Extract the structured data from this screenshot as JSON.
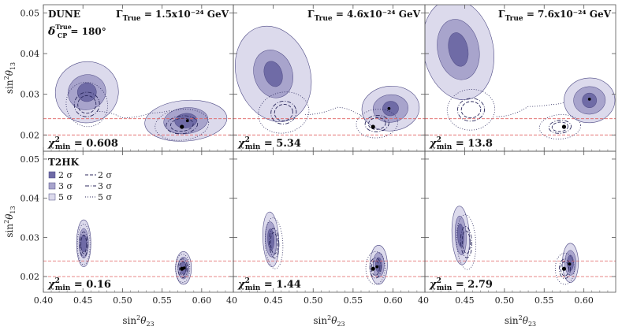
{
  "chart_data": {
    "type": "scatter",
    "xlabel": "sin²θ₂₃",
    "ylabel": "sin²θ₁₃",
    "xlim": [
      0.4,
      0.64
    ],
    "ylim": [
      0.016,
      0.052
    ],
    "xticks": [
      "0.40",
      "0.45",
      "0.50",
      "0.55",
      "0.60"
    ],
    "yticks": [
      "0.02",
      "0.03",
      "0.04",
      "0.05"
    ],
    "reference_lines_y": [
      0.02,
      0.024
    ],
    "legend": {
      "filled": [
        "2 σ",
        "3 σ",
        "5 σ"
      ],
      "dashed": [
        "2 σ",
        "3 σ",
        "5 σ"
      ]
    },
    "colors": {
      "c2": "#6f6ba6",
      "c3": "#a8a4cc",
      "c5": "#dcdaec",
      "edge": "#4e4a85",
      "dash": "#2c2a5e",
      "ref": "#e06060"
    },
    "rows": [
      {
        "experiment": "DUNE",
        "panels": [
          {
            "gamma": "1.5x10⁻²⁴ GeV",
            "chi2_value": "0.608",
            "true_point": {
              "x": 0.575,
              "y": 0.022
            },
            "best_fit": {
              "x": 0.582,
              "y": 0.0235
            },
            "filled": [
              {
                "cx": 0.455,
                "cy": 0.0305,
                "s": [
                  0.04,
                  0.0075,
                  -0.3
                ],
                "m": [
                  0.024,
                  0.0043,
                  -0.3
                ],
                "i": [
                  0.012,
                  0.0023,
                  -0.3
                ]
              },
              {
                "cx": 0.58,
                "cy": 0.0235,
                "s": [
                  0.052,
                  0.005,
                  -0.08
                ],
                "m": [
                  0.028,
                  0.0032,
                  -0.1
                ],
                "i": [
                  0.014,
                  0.0018,
                  -0.1
                ]
              }
            ],
            "dashed": [
              {
                "cx": 0.455,
                "cy": 0.0275,
                "s": [
                  0.026,
                  0.0055,
                  -0.3
                ],
                "m": [
                  0.016,
                  0.003,
                  -0.3
                ]
              },
              {
                "cx": 0.575,
                "cy": 0.0225,
                "s": [
                  0.034,
                  0.0038,
                  -0.1
                ],
                "m": [
                  0.02,
                  0.0022,
                  -0.1
                ]
              }
            ],
            "bridge": [
              [
                0.468,
                0.0258
              ],
              [
                0.5,
                0.0242
              ],
              [
                0.536,
                0.0254
              ],
              [
                0.56,
                0.026
              ]
            ]
          },
          {
            "gamma": "4.6x10⁻²⁴ GeV",
            "chi2_value": "5.34",
            "true_point": {
              "x": 0.575,
              "y": 0.022
            },
            "best_fit": {
              "x": 0.595,
              "y": 0.0265
            },
            "filled": [
              {
                "cx": 0.45,
                "cy": 0.035,
                "s": [
                  0.046,
                  0.012,
                  -0.32
                ],
                "m": [
                  0.024,
                  0.006,
                  -0.32
                ],
                "i": [
                  0.011,
                  0.0032,
                  -0.32
                ]
              },
              {
                "cx": 0.597,
                "cy": 0.0265,
                "s": [
                  0.036,
                  0.0055,
                  -0.08
                ],
                "m": [
                  0.022,
                  0.0034,
                  -0.08
                ],
                "i": [
                  0.01,
                  0.0018,
                  -0.08
                ]
              }
            ],
            "dashed": [
              {
                "cx": 0.463,
                "cy": 0.0255,
                "s": [
                  0.032,
                  0.005,
                  -0.22
                ],
                "m": [
                  0.016,
                  0.0028,
                  -0.22
                ]
              },
              {
                "cx": 0.58,
                "cy": 0.0228,
                "s": [
                  0.026,
                  0.0035,
                  -0.1
                ],
                "m": [
                  0.015,
                  0.002,
                  -0.1
                ]
              }
            ],
            "bridge": [
              [
                0.49,
                0.025
              ],
              [
                0.53,
                0.0268
              ],
              [
                0.555,
                0.0252
              ],
              [
                0.565,
                0.0236
              ]
            ]
          },
          {
            "gamma": "7.6x10⁻²⁴ GeV",
            "chi2_value": "13.8",
            "true_point": {
              "x": 0.575,
              "y": 0.022
            },
            "best_fit": {
              "x": 0.607,
              "y": 0.0288
            },
            "filled": [
              {
                "cx": 0.442,
                "cy": 0.041,
                "s": [
                  0.044,
                  0.0125,
                  -0.2
                ],
                "m": [
                  0.026,
                  0.0075,
                  -0.2
                ],
                "i": [
                  0.012,
                  0.0042,
                  -0.2
                ]
              },
              {
                "cx": 0.607,
                "cy": 0.0285,
                "s": [
                  0.032,
                  0.0055,
                  -0.05
                ],
                "m": [
                  0.02,
                  0.0034,
                  -0.05
                ],
                "i": [
                  0.009,
                  0.0018,
                  -0.05
                ]
              }
            ],
            "dashed": [
              {
                "cx": 0.458,
                "cy": 0.0262,
                "s": [
                  0.03,
                  0.005,
                  -0.1
                ],
                "m": [
                  0.017,
                  0.0028,
                  -0.1
                ]
              },
              {
                "cx": 0.57,
                "cy": 0.022,
                "s": [
                  0.026,
                  0.003,
                  -0.08
                ],
                "m": [
                  0.014,
                  0.0016,
                  -0.08
                ]
              }
            ],
            "bridge": [
              [
                0.49,
                0.0245
              ],
              [
                0.53,
                0.027
              ],
              [
                0.56,
                0.0275
              ],
              [
                0.575,
                0.028
              ]
            ]
          }
        ]
      },
      {
        "experiment": "T2HK",
        "panels": [
          {
            "chi2_value": "0.16",
            "true_point": {
              "x": 0.575,
              "y": 0.022
            },
            "best_fit": {
              "x": 0.578,
              "y": 0.0222
            },
            "filled": [
              {
                "cx": 0.451,
                "cy": 0.0285,
                "s": [
                  0.009,
                  0.006,
                  0.0
                ],
                "m": [
                  0.006,
                  0.0038,
                  0.0
                ],
                "i": [
                  0.004,
                  0.0022,
                  0.0
                ]
              },
              {
                "cx": 0.577,
                "cy": 0.0222,
                "s": [
                  0.01,
                  0.0042,
                  0.0
                ],
                "m": [
                  0.007,
                  0.0028,
                  0.0
                ],
                "i": [
                  0.004,
                  0.0016,
                  0.0
                ]
              }
            ],
            "dashed": [
              {
                "cx": 0.451,
                "cy": 0.0282,
                "s": [
                  0.008,
                  0.0052,
                  0.0
                ],
                "m": [
                  0.005,
                  0.0032,
                  0.0
                ]
              },
              {
                "cx": 0.576,
                "cy": 0.0221,
                "s": [
                  0.009,
                  0.0036,
                  0.0
                ],
                "m": [
                  0.006,
                  0.0024,
                  0.0
                ]
              }
            ],
            "bridge": []
          },
          {
            "chi2_value": "1.44",
            "true_point": {
              "x": 0.575,
              "y": 0.022
            },
            "best_fit": {
              "x": 0.58,
              "y": 0.0225
            },
            "filled": [
              {
                "cx": 0.447,
                "cy": 0.0295,
                "s": [
                  0.01,
                  0.007,
                  -0.05
                ],
                "m": [
                  0.007,
                  0.0045,
                  -0.05
                ],
                "i": [
                  0.004,
                  0.0027,
                  -0.05
                ]
              },
              {
                "cx": 0.582,
                "cy": 0.023,
                "s": [
                  0.011,
                  0.005,
                  0.0
                ],
                "m": [
                  0.007,
                  0.0032,
                  0.0
                ],
                "i": [
                  0.004,
                  0.0019,
                  0.0
                ]
              }
            ],
            "dashed": [
              {
                "cx": 0.451,
                "cy": 0.0285,
                "s": [
                  0.011,
                  0.0065,
                  -0.05
                ],
                "m": [
                  0.006,
                  0.0038,
                  -0.05
                ]
              },
              {
                "cx": 0.578,
                "cy": 0.0222,
                "s": [
                  0.012,
                  0.0042,
                  0.0
                ],
                "m": [
                  0.007,
                  0.0026,
                  0.0
                ]
              }
            ],
            "bridge": []
          },
          {
            "chi2_value": "2.79",
            "true_point": {
              "x": 0.575,
              "y": 0.022
            },
            "best_fit": {
              "x": 0.582,
              "y": 0.0232
            },
            "filled": [
              {
                "cx": 0.445,
                "cy": 0.0305,
                "s": [
                  0.011,
                  0.0075,
                  -0.05
                ],
                "m": [
                  0.007,
                  0.005,
                  -0.05
                ],
                "i": [
                  0.004,
                  0.003,
                  -0.05
                ]
              },
              {
                "cx": 0.583,
                "cy": 0.0235,
                "s": [
                  0.01,
                  0.005,
                  0.0
                ],
                "m": [
                  0.007,
                  0.0032,
                  0.0
                ],
                "i": [
                  0.004,
                  0.002,
                  0.0
                ]
              }
            ],
            "dashed": [
              {
                "cx": 0.452,
                "cy": 0.0288,
                "s": [
                  0.012,
                  0.007,
                  -0.05
                ],
                "m": [
                  0.007,
                  0.004,
                  -0.05
                ]
              },
              {
                "cx": 0.576,
                "cy": 0.022,
                "s": [
                  0.012,
                  0.004,
                  0.0
                ],
                "m": [
                  0.007,
                  0.0025,
                  0.0
                ]
              }
            ],
            "bridge": []
          }
        ]
      }
    ]
  },
  "labels": {
    "dune": "DUNE",
    "t2hk": "T2HK",
    "delta_main": "δ",
    "delta_sup": "True",
    "delta_sub": "CP",
    "delta_val": " = 180°",
    "gamma_prefix": "Γ",
    "gamma_sub": "True",
    "chi_prefix": "χ",
    "chi_sup": "2",
    "chi_sub": "min",
    "x_main": "sin",
    "x_sup": "2",
    "x_theta": "θ",
    "x_sub": "23",
    "y_main": "sin",
    "y_sup": "2",
    "y_theta": "θ",
    "y_sub": "13"
  }
}
